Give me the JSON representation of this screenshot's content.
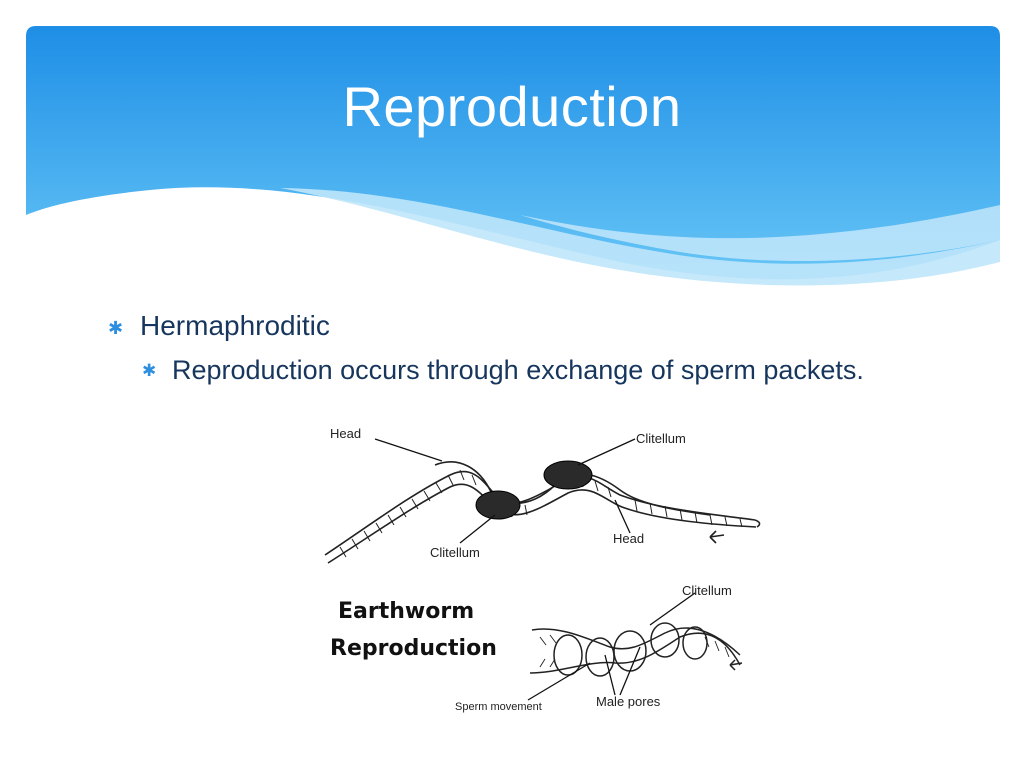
{
  "slide": {
    "title": "Reproduction",
    "bullets": [
      {
        "text": "Hermaphroditic",
        "icon": "asterisk-bullet-icon",
        "children": [
          {
            "text": "Reproduction occurs through exchange of sperm packets.",
            "icon": "asterisk-bullet-icon"
          }
        ]
      }
    ]
  },
  "figure": {
    "labels": {
      "head_top": "Head",
      "clitellum_top_right": "Clitellum",
      "head_bottom": "Head",
      "clitellum_bottom_left": "Clitellum",
      "caption_line1": "Earthworm",
      "caption_line2": "Reproduction",
      "clitellum_lower": "Clitellum",
      "sperm_movement": "Sperm movement",
      "male_pores": "Male pores"
    }
  },
  "colors": {
    "banner_top": "#1e8ee6",
    "banner_bottom": "#5bc0f5",
    "wave_light": "#bfe6fb",
    "text": "#17365d",
    "bullet": "#2e8fe0"
  }
}
